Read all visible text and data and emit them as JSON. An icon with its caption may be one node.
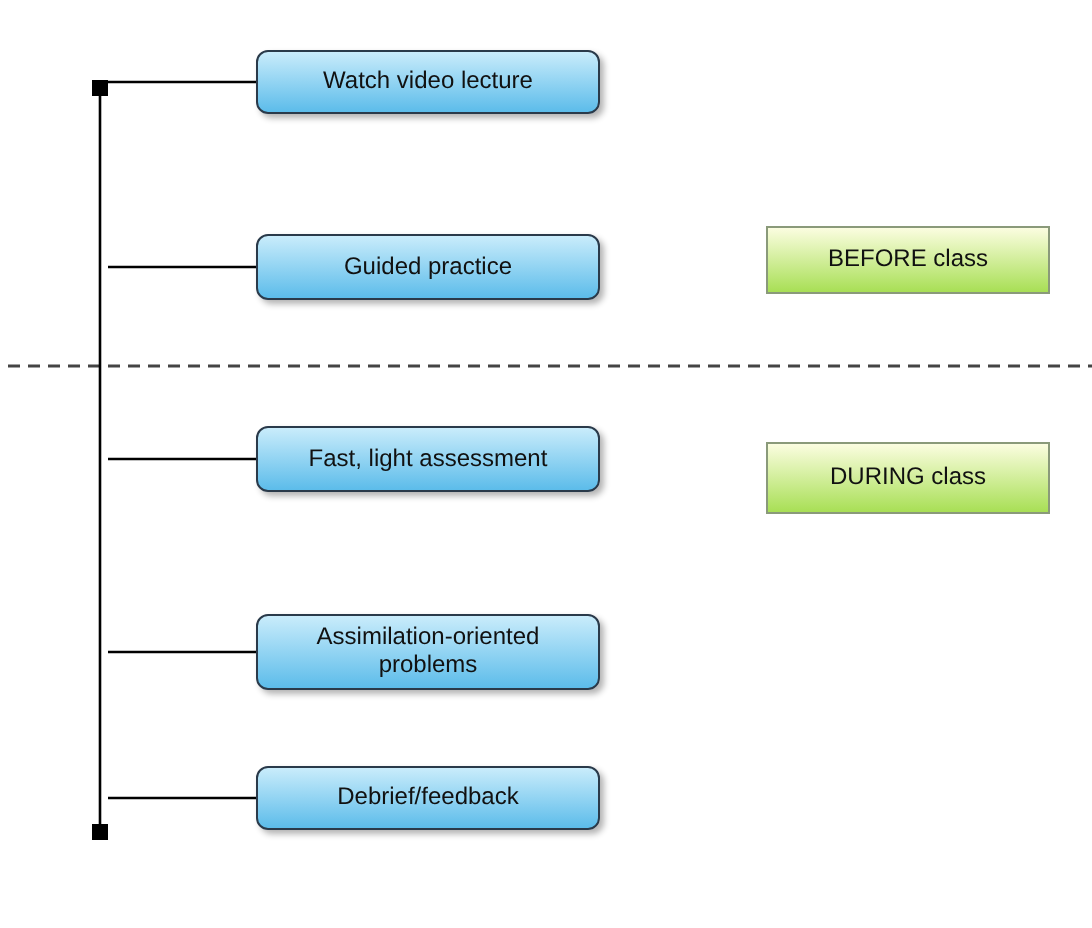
{
  "diagram": {
    "nodes": [
      {
        "text": [],
        "shape": "bar"
      },
      {
        "text": [
          "Watch video lecture"
        ]
      },
      {
        "text": [
          "Guided practice"
        ]
      },
      {
        "text": [
          "Fast, light assessment"
        ]
      },
      {
        "text": [
          "Assimilation-oriented problems"
        ]
      },
      {
        "text": [
          "Debrief/feedback"
        ]
      },
      {
        "text": [
          "BEFORE class"
        ]
      },
      {
        "text": [
          "DURING class"
        ]
      }
    ],
    "edges": [
      {
        "from": 0,
        "to": 1,
        "arrow": "none"
      },
      {
        "from": 0,
        "to": 2,
        "arrow": "none"
      },
      {
        "from": 0,
        "to": 3,
        "arrow": "none"
      },
      {
        "from": 0,
        "to": 4,
        "arrow": "none"
      },
      {
        "from": 0,
        "to": 5,
        "arrow": "none"
      }
    ]
  }
}
